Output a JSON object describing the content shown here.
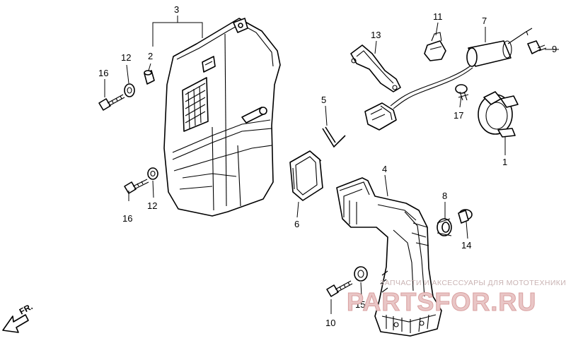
{
  "callouts": {
    "c1": "1",
    "c2": "2",
    "c3": "3",
    "c4": "4",
    "c5": "5",
    "c6": "6",
    "c7": "7",
    "c8": "8",
    "c9": "9",
    "c10": "10",
    "c11": "11",
    "c12a": "12",
    "c12b": "12",
    "c13": "13",
    "c14": "14",
    "c15": "15",
    "c16a": "16",
    "c16b": "16",
    "c17": "17"
  },
  "direction_label": "FR.",
  "watermark": {
    "caption": "ЗАПЧАСТИ И АКСЕССУАРЫ ДЛЯ МОТОТЕХНИКИ",
    "logo": "PARTSFOR.RU"
  }
}
